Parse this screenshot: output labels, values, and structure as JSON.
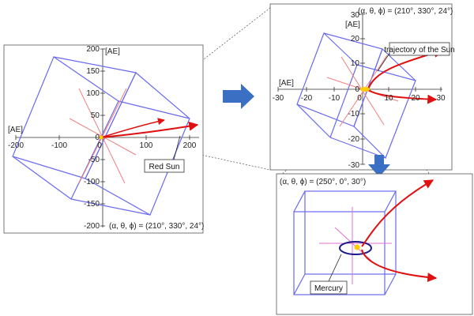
{
  "panel_left": {
    "unit_x": "[AE]",
    "unit_y": "[AE]",
    "x_ticks": [
      "-200",
      "-100",
      "0",
      "100",
      "200"
    ],
    "y_ticks": [
      "200",
      "150",
      "100",
      "50",
      "0",
      "-50",
      "-100",
      "-150",
      "-200"
    ],
    "callout": "Red Sun",
    "params": "(α, θ, ϕ) = (210°, 330°, 24°)"
  },
  "panel_top_right": {
    "params": "(α, θ, ϕ) = (210°, 330°, 24°)",
    "unit_x": "[AE]",
    "unit_y": "[AE]",
    "x_ticks": [
      "-30",
      "-20",
      "-10",
      "0",
      "10",
      "20",
      "30"
    ],
    "y_ticks": [
      "30",
      "20",
      "10",
      "0",
      "-10",
      "-20",
      "-30"
    ],
    "callout": "trajectory of the Sun"
  },
  "panel_bottom_right": {
    "params": "(α, θ, ϕ) = (250°, 0°, 30°)",
    "callout": "Mercury"
  },
  "colors": {
    "cube": "#6a6af0",
    "trajectory": "#e01010",
    "spokes": "#f08080",
    "spokes_zoom": "#e070d0",
    "arrow": "#3a6fc4",
    "orbit": "#1a1a8a"
  },
  "icons": {
    "arrow_right": "right-arrow-icon",
    "arrow_down": "down-arrow-icon"
  }
}
